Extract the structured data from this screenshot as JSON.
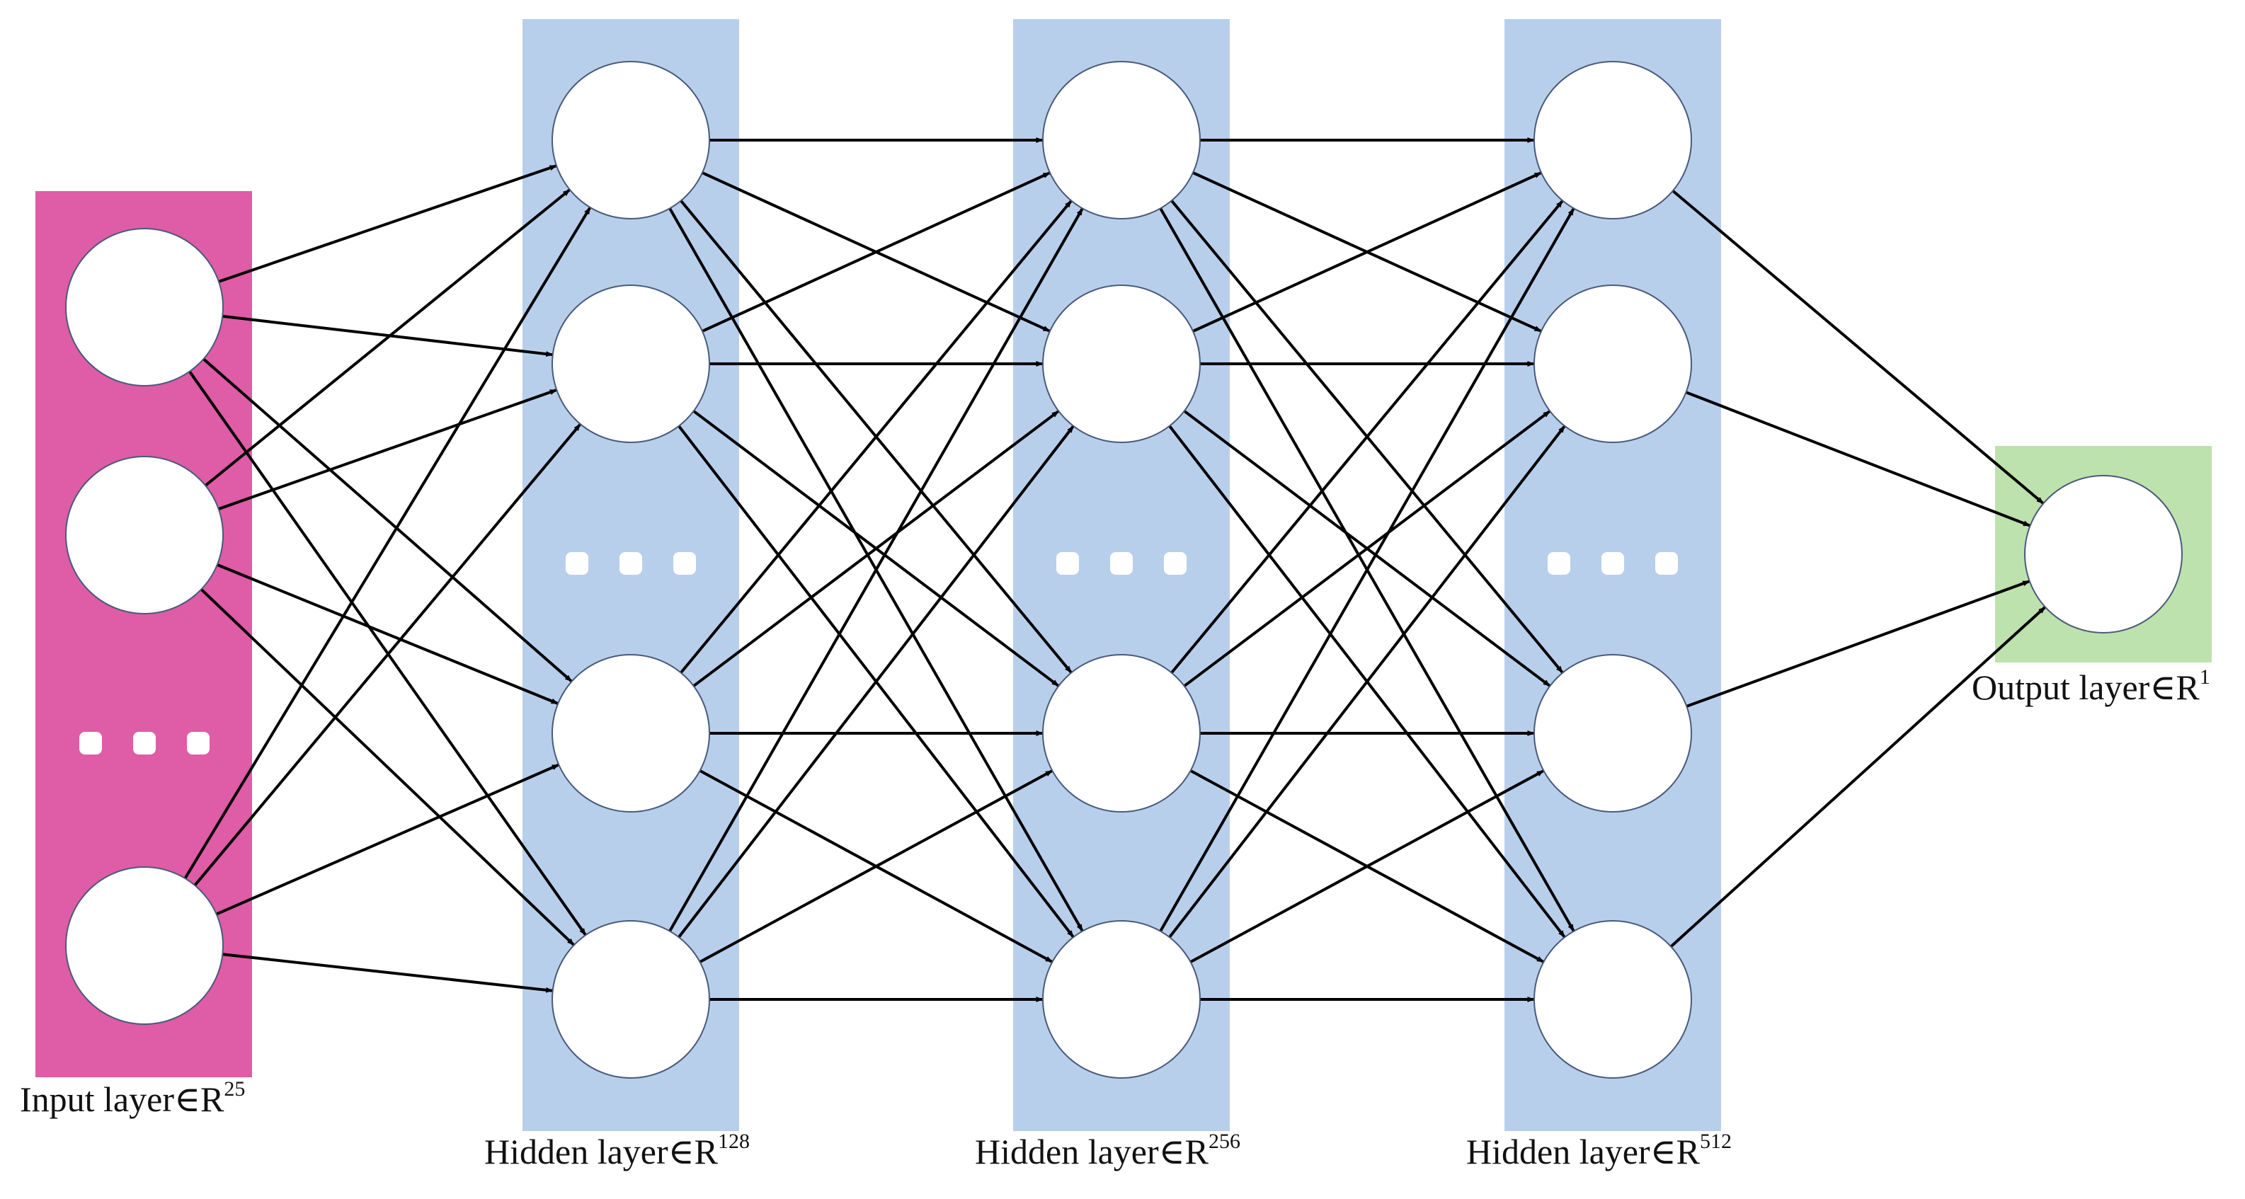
{
  "colors": {
    "input_band": "#df5ca6",
    "hidden_band": "#b8cfec",
    "output_band": "#bde2ad",
    "neuron_fill": "#ffffff",
    "neuron_stroke": "#4a5a7a",
    "edge": "#000000",
    "ellipsis_dot": "#ffffff"
  },
  "layers": [
    {
      "id": "input",
      "label_text": "Input layer",
      "element_symbol": "∈",
      "space": "R",
      "dimension": "25",
      "visible_neurons": 3,
      "has_ellipsis": true
    },
    {
      "id": "hidden1",
      "label_text": "Hidden layer",
      "element_symbol": "∈",
      "space": "R",
      "dimension": "128",
      "visible_neurons": 4,
      "has_ellipsis": true
    },
    {
      "id": "hidden2",
      "label_text": "Hidden layer",
      "element_symbol": "∈",
      "space": "R",
      "dimension": "256",
      "visible_neurons": 4,
      "has_ellipsis": true
    },
    {
      "id": "hidden3",
      "label_text": "Hidden layer",
      "element_symbol": "∈",
      "space": "R",
      "dimension": "512",
      "visible_neurons": 4,
      "has_ellipsis": true
    },
    {
      "id": "output",
      "label_text": "Output layer",
      "element_symbol": "∈",
      "space": "R",
      "dimension": "1",
      "visible_neurons": 1,
      "has_ellipsis": false
    }
  ],
  "connectivity": "fully-connected"
}
